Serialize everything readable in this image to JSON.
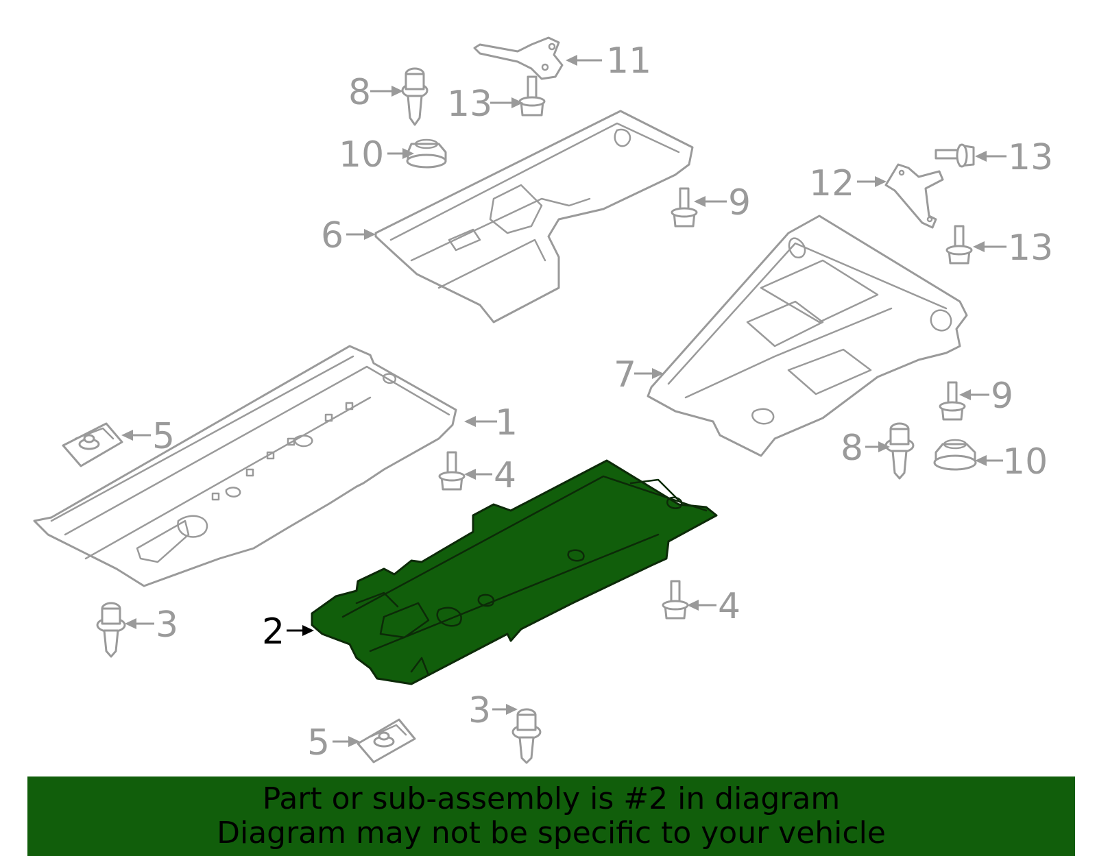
{
  "diagram": {
    "highlight_color": "#115e0b",
    "part_color": "#9a9a9a",
    "highlighted_part": "2",
    "callouts": [
      "1",
      "2",
      "3",
      "3",
      "4",
      "4",
      "5",
      "5",
      "6",
      "7",
      "8",
      "8",
      "9",
      "9",
      "10",
      "10",
      "11",
      "12",
      "13",
      "13",
      "13"
    ]
  },
  "banner": {
    "line1": "Part or sub-assembly is #2 in diagram",
    "line2": "Diagram may not be specific to your vehicle",
    "background": "#115e0b"
  }
}
